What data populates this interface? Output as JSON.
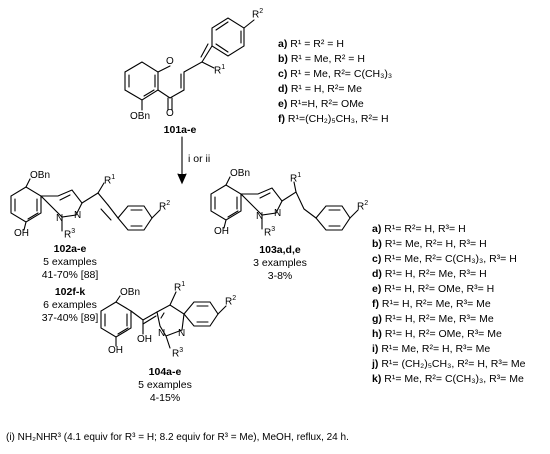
{
  "compound_101": {
    "label": "101a-e",
    "atoms": {
      "o_ring": "O",
      "o_keto": "O",
      "obn": "OBn",
      "r1": "R",
      "r1_sup": "1",
      "r2": "R",
      "r2_sup": "2"
    },
    "substituents": [
      {
        "letter": "a)",
        "text": "R¹ = R² = H"
      },
      {
        "letter": "b)",
        "text": "R¹ = Me, R² = H"
      },
      {
        "letter": "c)",
        "text": "R¹ = Me, R²= C(CH₃)₃"
      },
      {
        "letter": "d)",
        "text": "R¹ = H, R²= Me"
      },
      {
        "letter": "e)",
        "text": "R¹=H, R²= OMe"
      },
      {
        "letter": "f)",
        "text": "R¹=(CH₂)₅CH₃, R²= H"
      }
    ]
  },
  "arrow_label": "i or ii",
  "compound_102": {
    "label1": "102a-e",
    "examples1": "5 examples",
    "yield1": "41-70% [88]",
    "label2": "102f-k",
    "examples2": "6 examples",
    "yield2": "37-40% [89]",
    "atoms": {
      "obn": "OBn",
      "oh": "OH",
      "n1": "N",
      "n2": "N",
      "r3": "R",
      "r3_sup": "3",
      "r1": "R",
      "r1_sup": "1",
      "r2": "R",
      "r2_sup": "2"
    }
  },
  "compound_103": {
    "label": "103a,d,e",
    "examples": "3 examples",
    "yield": "3-8%",
    "atoms": {
      "obn": "OBn",
      "oh": "OH",
      "n1": "N",
      "n2": "N",
      "r3": "R",
      "r3_sup": "3",
      "r1": "R",
      "r1_sup": "1",
      "r2": "R",
      "r2_sup": "2"
    }
  },
  "compound_104": {
    "label": "104a-e",
    "examples": "5 examples",
    "yield": "4-15%",
    "atoms": {
      "obn": "OBn",
      "oh1": "OH",
      "oh2": "OH",
      "n1": "N",
      "n2": "N",
      "r3": "R",
      "r3_sup": "3",
      "r1": "R",
      "r1_sup": "1",
      "r2": "R",
      "r2_sup": "2"
    }
  },
  "substituent_table": [
    {
      "letter": "a)",
      "text": "R¹= R²= H, R³= H"
    },
    {
      "letter": "b)",
      "text": "R¹= Me, R²= H, R³= H"
    },
    {
      "letter": "c)",
      "text": "R¹= Me, R²= C(CH₃)₃, R³= H"
    },
    {
      "letter": "d)",
      "text": "R¹= H, R²= Me, R³= H"
    },
    {
      "letter": "e)",
      "text": "R¹= H, R²= OMe, R³= H"
    },
    {
      "letter": "f)",
      "text": "R¹= H, R²= Me, R³= Me"
    },
    {
      "letter": "g)",
      "text": "R¹= H, R²= Me, R³= Me"
    },
    {
      "letter": "h)",
      "text": "R¹= H, R²= OMe, R³= Me"
    },
    {
      "letter": "i)",
      "text": "R¹= Me, R²= H, R³= Me"
    },
    {
      "letter": "j)",
      "text": "R¹= (CH₂)₅CH₃, R²= H, R³= Me"
    },
    {
      "letter": "k)",
      "text": "R¹= Me, R²= C(CH₃)₃, R³= Me"
    }
  ],
  "footnote": "(i) NH₂NHR³ (4.1 equiv for R³ = H; 8.2 equiv for R³ = Me), MeOH, reflux, 24 h."
}
